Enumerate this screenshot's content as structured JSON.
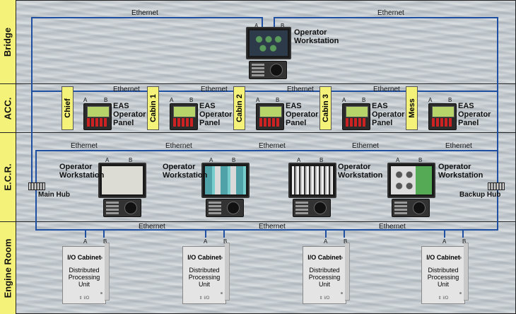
{
  "zones": [
    "Bridge",
    "ACC.",
    "E.C.R.",
    "Engine Room"
  ],
  "ethernet": "Ethernet",
  "port_a": "A",
  "port_b": "B",
  "bridge_ws_label": [
    "Operator",
    "Workstation"
  ],
  "ecr_ws_label": [
    "Operator",
    "Workstation"
  ],
  "eas_label": [
    "EAS",
    "Operator",
    "Panel"
  ],
  "cabins": [
    "Chief",
    "Cabin 1",
    "Cabin 2",
    "Cabin 3",
    "Mess"
  ],
  "main_hub": "Main Hub",
  "backup_hub": "Backup Hub",
  "cabinet_title": "I/O Cabinet",
  "cabinet_sub": [
    "Distributed",
    "Processing",
    "Unit"
  ],
  "cabinet_io": "⇕ I/O",
  "colors": {
    "network": "#1f4fa0",
    "zone_label": "#f5f27a"
  }
}
